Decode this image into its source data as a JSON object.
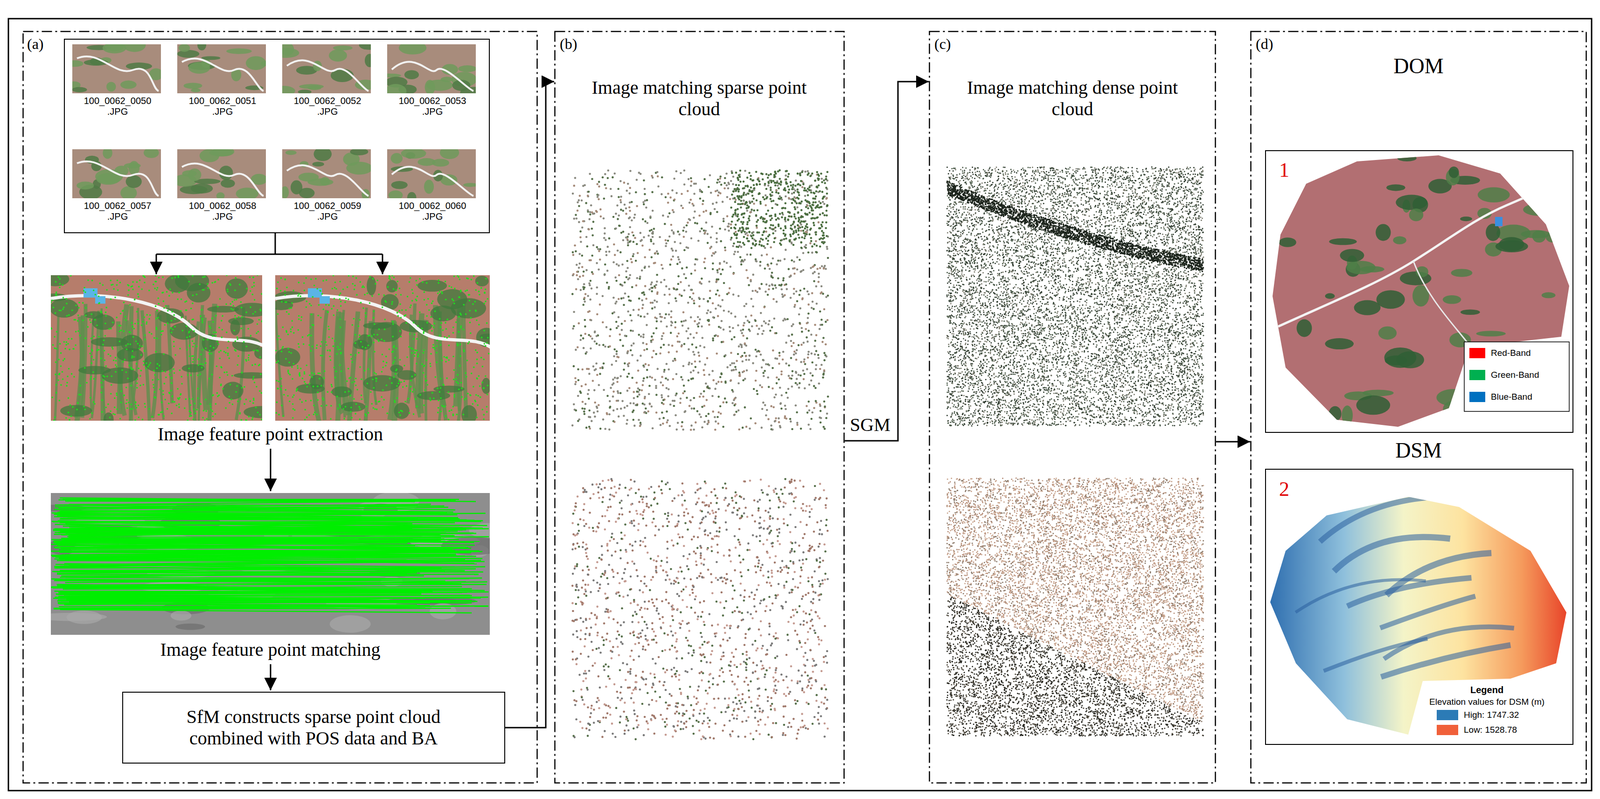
{
  "diagram": {
    "nodes": [
      {
        "text": [
          "(a)",
          "Image feature point extraction",
          "Image feature point matching"
        ]
      },
      {
        "text": [
          "100_0062_0050 .JPG",
          "100_0062_0051 .JPG",
          "100_0062_0052 .JPG",
          "100_0062_0053 .JPG",
          "100_0062_0057 .JPG",
          "100_0062_0058 .JPG",
          "100_0062_0059 .JPG",
          "100_0062_0060 .JPG"
        ],
        "in": 0
      },
      {
        "text": [
          "SfM constructs sparse point cloud combined with POS data and BA"
        ],
        "in": 0
      },
      {
        "text": [
          "(b)",
          "Image matching sparse point cloud"
        ]
      },
      {
        "text": [
          "(c)",
          "Image matching dense point cloud"
        ]
      },
      {
        "text": [
          "(d)",
          "DOM",
          "DSM"
        ]
      },
      {
        "text": [
          "1"
        ],
        "in": 5
      },
      {
        "text": [
          "2",
          "Legend",
          "Elevation values for DSM (m)"
        ],
        "in": 5
      }
    ],
    "edges": [
      {
        "from": 2,
        "to": 3,
        "arrow": "to"
      },
      {
        "from": 3,
        "to": 4,
        "label": "SGM",
        "arrow": "to"
      },
      {
        "from": 4,
        "to": 5,
        "arrow": "to"
      }
    ],
    "legend": [
      {
        "text": "Red-Band",
        "color": "#ff0000"
      },
      {
        "text": "Green-Band",
        "color": "#00b050"
      },
      {
        "text": "Blue-Band",
        "color": "#0070c0"
      },
      {
        "text": "High: 1747.32",
        "color": "#2c7bb6"
      },
      {
        "text": "Low: 1528.78",
        "color": "#f0603a"
      }
    ]
  }
}
